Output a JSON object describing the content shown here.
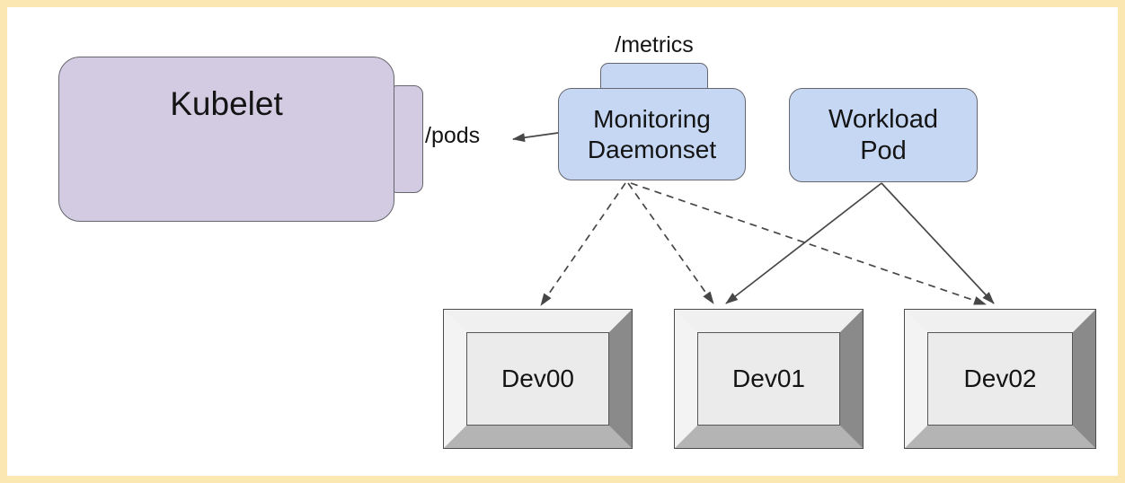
{
  "diagram": {
    "nodes": {
      "kubelet": {
        "label": "Kubelet"
      },
      "kubelet_endpoint": {
        "label": "/pods"
      },
      "monitoring": {
        "label": "Monitoring Daemonset"
      },
      "monitoring_endpoint": {
        "label": "/metrics"
      },
      "workload": {
        "label": "Workload Pod"
      },
      "devices": [
        {
          "label": "Dev00"
        },
        {
          "label": "Dev01"
        },
        {
          "label": "Dev02"
        }
      ]
    },
    "edges": [
      {
        "from": "monitoring-daemonset",
        "to": "kubelet-pods-endpoint",
        "style": "solid-arrow"
      },
      {
        "from": "monitoring-daemonset",
        "to": "dev00",
        "style": "dashed-arrow"
      },
      {
        "from": "monitoring-daemonset",
        "to": "dev01",
        "style": "dashed-arrow"
      },
      {
        "from": "monitoring-daemonset",
        "to": "dev02",
        "style": "dashed-arrow"
      },
      {
        "from": "workload-pod",
        "to": "dev01",
        "style": "solid-arrow"
      },
      {
        "from": "workload-pod",
        "to": "dev02",
        "style": "solid-arrow"
      }
    ],
    "colors": {
      "frame_border": "#fbe7b1",
      "canvas_background": "#ffffff",
      "kubelet_fill": "#d2cbe2",
      "pod_fill": "#c6d7f3",
      "node_border": "#66666e",
      "device_face": "#ebebeb",
      "device_bevel_light": "#f0f0f0",
      "device_bevel_dark": "#8a8a8a",
      "device_bevel_bottom": "#b4b4b4",
      "arrow": "#474747",
      "text": "#141414"
    }
  }
}
